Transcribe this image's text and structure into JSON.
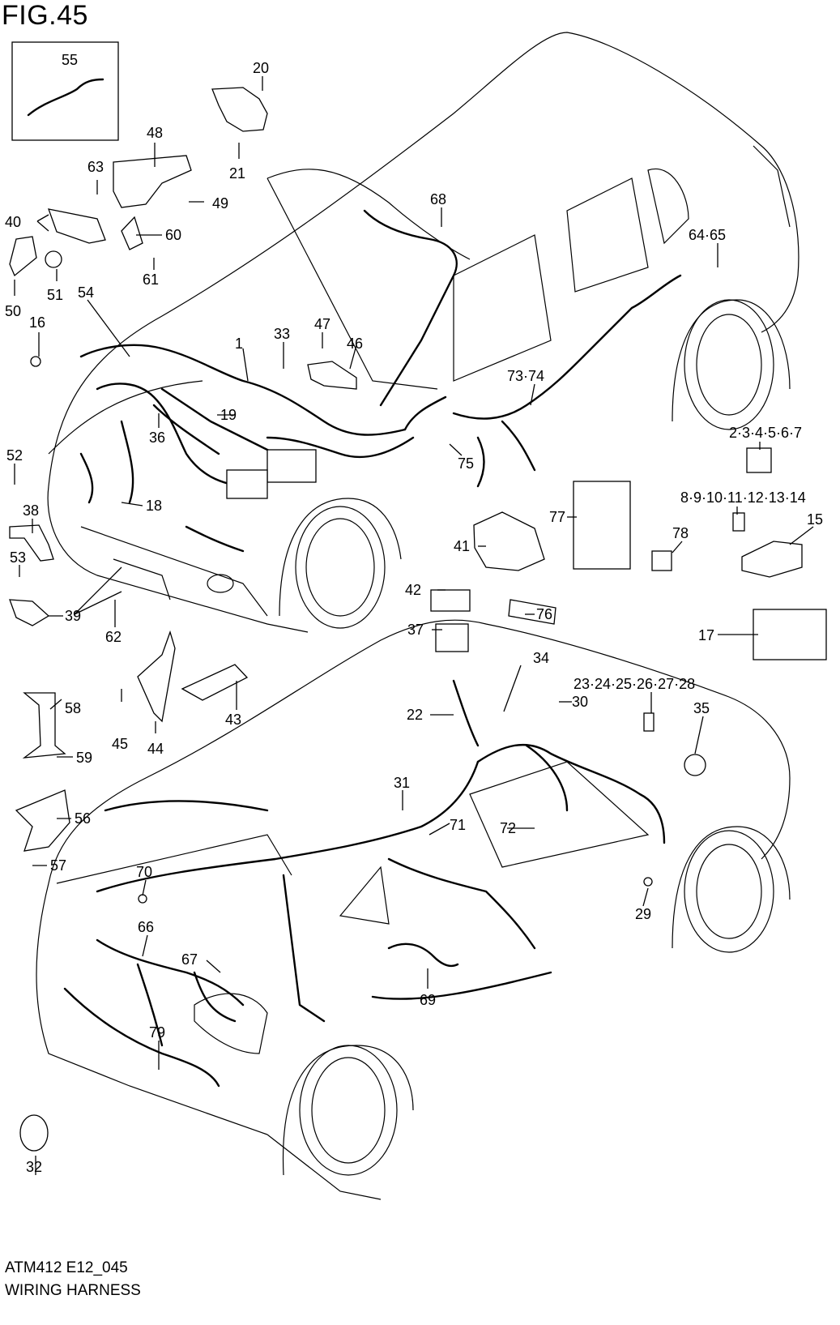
{
  "figure_label": "FIG.45",
  "drawing_code": "ATM412 E12_045",
  "caption": "WIRING HARNESS",
  "callouts": [
    "55",
    "20",
    "21",
    "48",
    "63",
    "49",
    "40",
    "60",
    "50",
    "51",
    "61",
    "16",
    "54",
    "1",
    "33",
    "47",
    "46",
    "68",
    "64·65",
    "73·74",
    "19",
    "36",
    "18",
    "52",
    "38",
    "53",
    "39",
    "62",
    "75",
    "2·3·4·5·6·7",
    "8·9·10·11·12·13·14",
    "15",
    "77",
    "78",
    "41",
    "42",
    "76",
    "37",
    "17",
    "34",
    "23·24·25·26·27·28",
    "35",
    "22",
    "30",
    "58",
    "45",
    "44",
    "43",
    "59",
    "56",
    "57",
    "31",
    "71",
    "72",
    "70",
    "29",
    "66",
    "67",
    "69",
    "79",
    "32"
  ]
}
